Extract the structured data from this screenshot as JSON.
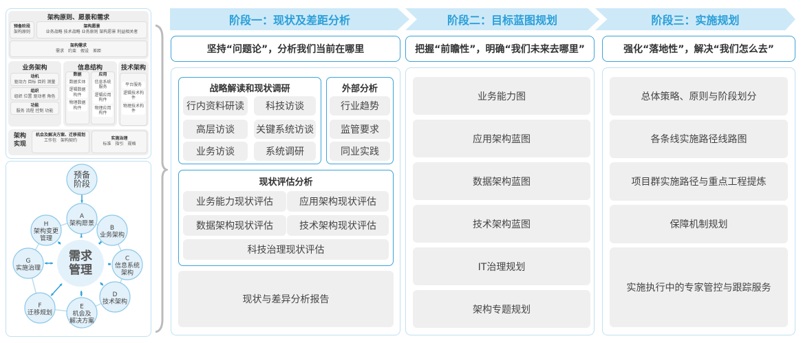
{
  "left_top": {
    "title": "架构原则、愿景和需求",
    "prep": {
      "title": "预备阶段",
      "items": "架构原则"
    },
    "vision": {
      "title": "架构愿景",
      "items": "业务战略 技术战略 业务原则 架构愿景 利益相关者"
    },
    "req": {
      "title": "架构需求",
      "items": "需求　约束　假设　差距"
    },
    "biz": {
      "title": "业务架构",
      "groups": [
        {
          "title": "动机",
          "items": "驱动力 目标 目的 测量"
        },
        {
          "title": "组织",
          "items": "组织 位置 驱动者 角色"
        },
        {
          "title": "功能",
          "items": "服务 流程 控制 功能"
        }
      ]
    },
    "info": {
      "title": "信息结构",
      "data": {
        "title": "数据",
        "items": [
          "数据实体",
          "逻辑数据构件",
          "物理数据构件"
        ]
      },
      "app": {
        "title": "应用",
        "items": [
          "信息系统服务",
          "逻辑应用构件",
          "物理应用构件"
        ]
      }
    },
    "tech": {
      "title": "技术架构",
      "items": [
        "平台服务",
        "逻辑技术构件",
        "物理技术构件"
      ]
    },
    "impl": {
      "title": "架构实现",
      "opp": {
        "title": "机会及解决方案、迁移规划",
        "items": "工作包　架构契约"
      },
      "gov": {
        "title": "实施治理",
        "items": "标准　指引　规格"
      }
    }
  },
  "cycle": {
    "center": [
      "需求",
      "管理"
    ],
    "prep": [
      "预备",
      "阶段"
    ],
    "nodes": [
      {
        "letter": "A",
        "lines": [
          "架构愿景"
        ]
      },
      {
        "letter": "B",
        "lines": [
          "业务架构"
        ]
      },
      {
        "letter": "C",
        "lines": [
          "信息系统",
          "架构"
        ]
      },
      {
        "letter": "D",
        "lines": [
          "技术架构"
        ]
      },
      {
        "letter": "E",
        "lines": [
          "机会及",
          "解决方案"
        ]
      },
      {
        "letter": "F",
        "lines": [
          "迁移规划"
        ]
      },
      {
        "letter": "G",
        "lines": [
          "实施治理"
        ]
      },
      {
        "letter": "H",
        "lines": [
          "架构变更",
          "管理"
        ]
      }
    ]
  },
  "colors": {
    "accent": "#2a9fd8",
    "header_bg": "#cde9f8",
    "box_bg": "#efefef",
    "border": "#3aa3d9"
  },
  "stages": [
    {
      "title": "阶段一：现状及差距分析",
      "slogan": "坚持“问题论”，分析我们当前在哪里",
      "research": {
        "title": "战略解读和现状调研",
        "items": [
          "行内资料研读",
          "科技访谈",
          "高层访谈",
          "关键系统访谈",
          "业务访谈",
          "系统调研"
        ]
      },
      "external": {
        "title": "外部分析",
        "items": [
          "行业趋势",
          "监管要求",
          "同业实践"
        ]
      },
      "assessment": {
        "title": "现状评估分析",
        "items": [
          "业务能力现状评估",
          "应用架构现状评估",
          "数据架构现状评估",
          "技术架构现状评估",
          "科技治理现状评估"
        ]
      },
      "report": "现状与差异分析报告"
    },
    {
      "title": "阶段二：目标蓝图规划",
      "slogan": "把握“前瞻性”，明确“我们未来去哪里”",
      "items": [
        "业务能力图",
        "应用架构蓝图",
        "数据架构蓝图",
        "技术架构蓝图",
        "IT治理规划",
        "架构专题规划"
      ]
    },
    {
      "title": "阶段三：实施规划",
      "slogan": "强化“落地性”，解决“我们怎么去”",
      "items": [
        "总体策略、原则与阶段划分",
        "各条线实施路径线路图",
        "项目群实施路径与重点工程提炼",
        "保障机制规划",
        "实施执行中的专家管控与跟踪服务"
      ]
    }
  ]
}
